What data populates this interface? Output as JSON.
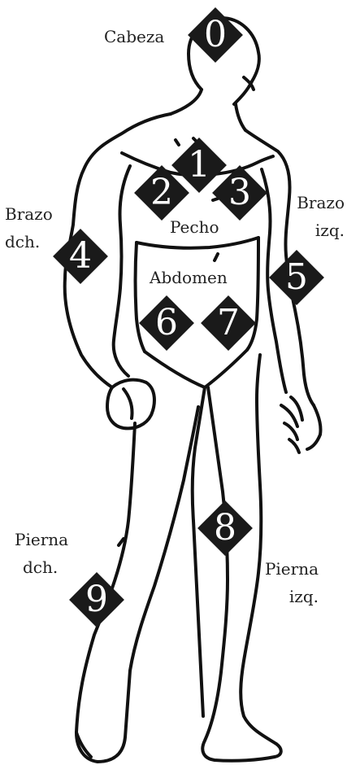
{
  "labels": {
    "head": "Cabeza",
    "chest": "Pecho",
    "abdomen": "Abdomen",
    "right_arm_1": "Brazo",
    "right_arm_2": "dch.",
    "left_arm_1": "Brazo",
    "left_arm_2": "izq.",
    "right_leg_1": "Pierna",
    "right_leg_2": "dch.",
    "left_leg_1": "Pierna",
    "left_leg_2": "izq."
  },
  "markers": [
    "0",
    "1",
    "2",
    "3",
    "4",
    "5",
    "6",
    "7",
    "8",
    "9"
  ],
  "colors": {
    "marker_fill": "#1a1a1a",
    "marker_text": "#ffffff",
    "outline": "#111111",
    "label_text": "#222222",
    "background": "#ffffff"
  }
}
